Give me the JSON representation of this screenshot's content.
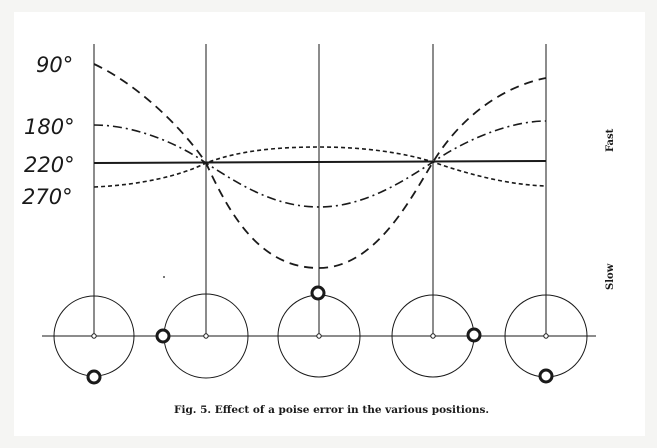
{
  "labels": {
    "left": [
      "90°",
      "180°",
      "220°",
      "270°"
    ],
    "fast": "Fast",
    "slow": "Slow"
  },
  "caption": "Fig. 5. Effect of a poise error in the various positions.",
  "colors": {
    "ink": "#1a1a1a",
    "paper": "#ffffff",
    "background": "#f5f5f3"
  },
  "poise_weight_positions": [
    "bottom",
    "left",
    "top",
    "right",
    "bottom"
  ],
  "curve_styles": [
    "solid",
    "dashed",
    "dash-dot",
    "dotted"
  ]
}
